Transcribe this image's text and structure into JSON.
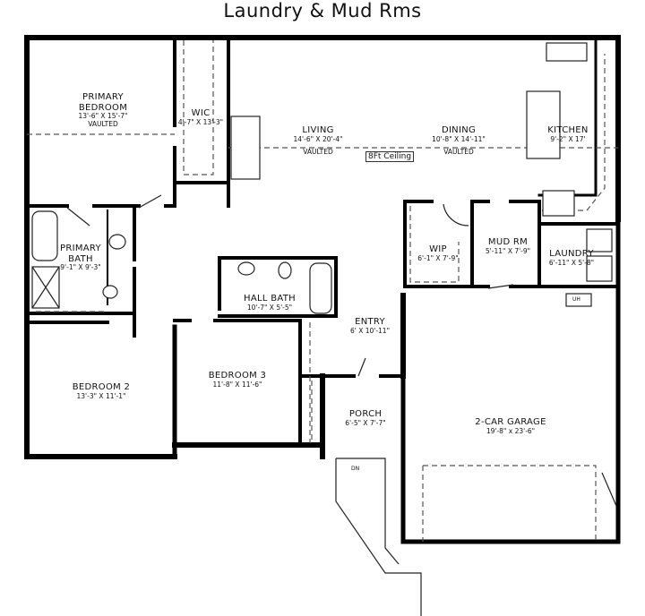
{
  "title": "Laundry & Mud Rms",
  "rooms": [
    {
      "id": "primary-bedroom",
      "name": "PRIMARY BEDROOM",
      "dims": "13'-6\" X 15'-7\"",
      "note": "VAULTED"
    },
    {
      "id": "wic",
      "name": "WIC",
      "dims": "4'-7\" X 13'-3\""
    },
    {
      "id": "living",
      "name": "LIVING",
      "dims": "14'-6\" X 20'-4\"",
      "note": "VAULTED"
    },
    {
      "id": "dining",
      "name": "DINING",
      "dims": "10'-8\" X 14'-11\"",
      "note": "VAULTED"
    },
    {
      "id": "kitchen",
      "name": "KITCHEN",
      "dims": "9'-2\" X 17'"
    },
    {
      "id": "primary-bath",
      "name": "PRIMARY BATH",
      "dims": "9'-1\" X 9'-3\""
    },
    {
      "id": "hall-bath",
      "name": "HALL BATH",
      "dims": "10'-7\" X 5'-5\""
    },
    {
      "id": "wip",
      "name": "WIP",
      "dims": "6'-1\" X 7'-9\""
    },
    {
      "id": "mud-rm",
      "name": "MUD RM",
      "dims": "5'-11\" X 7'-9\""
    },
    {
      "id": "laundry",
      "name": "LAUNDRY",
      "dims": "6'-11\" X 5'-8\""
    },
    {
      "id": "entry",
      "name": "ENTRY",
      "dims": "6' X 10'-11\""
    },
    {
      "id": "bedroom-2",
      "name": "BEDROOM 2",
      "dims": "13'-3\" X 11'-1\""
    },
    {
      "id": "bedroom-3",
      "name": "BEDROOM 3",
      "dims": "11'-8\" X 11'-6\""
    },
    {
      "id": "porch",
      "name": "PORCH",
      "dims": "6'-5\" X 7'-7\""
    },
    {
      "id": "garage",
      "name": "2-CAR GARAGE",
      "dims": "19'-8\" x 23'-6\""
    }
  ],
  "annotations": {
    "ceiling": "8Ft Ceiling",
    "water_heater": "UH",
    "stairs": "DN"
  }
}
